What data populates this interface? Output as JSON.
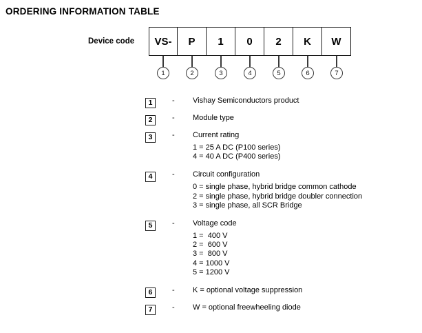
{
  "title": "ORDERING INFORMATION TABLE",
  "device_code": {
    "label": "Device code",
    "segments": [
      {
        "text": "VS-",
        "num": "1"
      },
      {
        "text": "P",
        "num": "2"
      },
      {
        "text": "1",
        "num": "3"
      },
      {
        "text": "0",
        "num": "4"
      },
      {
        "text": "2",
        "num": "5"
      },
      {
        "text": "K",
        "num": "6"
      },
      {
        "text": "W",
        "num": "7"
      }
    ]
  },
  "legend": [
    {
      "num": "1",
      "dash": "-",
      "title": "Vishay Semiconductors product",
      "lines": []
    },
    {
      "num": "2",
      "dash": "-",
      "title": "Module type",
      "lines": []
    },
    {
      "num": "3",
      "dash": "-",
      "title": "Current rating",
      "lines": [
        "1 = 25 A DC (P100 series)",
        "4 = 40 A DC (P400 series)"
      ]
    },
    {
      "num": "4",
      "dash": "-",
      "title": "Circuit configuration",
      "lines": [
        "0 = single phase, hybrid bridge common cathode",
        "2 = single phase, hybrid bridge doubler connection",
        "3 = single phase, all SCR Bridge"
      ]
    },
    {
      "num": "5",
      "dash": "-",
      "title": "Voltage code",
      "lines": [
        "1 =  400 V",
        "2 =  600 V",
        "3 =  800 V",
        "4 = 1000 V",
        "5 = 1200 V"
      ]
    },
    {
      "num": "6",
      "dash": "-",
      "title": "K = optional voltage suppression",
      "lines": []
    },
    {
      "num": "7",
      "dash": "-",
      "title": "W = optional freewheeling diode",
      "lines": []
    }
  ],
  "colors": {
    "text": "#000000",
    "border": "#1c1c1c",
    "background": "#ffffff"
  }
}
